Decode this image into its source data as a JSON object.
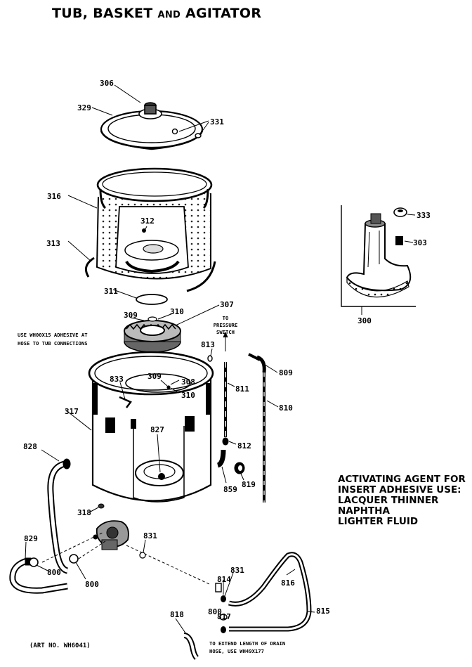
{
  "title": {
    "main": "TUB, BASKET",
    "and": "AND",
    "rest": "AGITATOR"
  },
  "part_labels": {
    "p306": "306",
    "p329": "329",
    "p331": "331",
    "p316": "316",
    "p312": "312",
    "p313": "313",
    "p311": "311",
    "p309a": "309",
    "p310a": "310",
    "p307": "307",
    "p333": "333",
    "p303": "303",
    "p300": "300",
    "p813": "813",
    "p809": "809",
    "p833": "833",
    "p309b": "309",
    "p308": "308",
    "p310b": "310",
    "p811": "811",
    "p810": "810",
    "p317": "317",
    "p827": "827",
    "p812": "812",
    "p828": "828",
    "p859": "859",
    "p819": "819",
    "p318": "318",
    "p829": "829",
    "p831a": "831",
    "p800a": "800",
    "p800b": "800",
    "p814": "814",
    "p831b": "831",
    "p816": "816",
    "p800c": "800",
    "p817": "817",
    "p818": "818",
    "p815": "815"
  },
  "notes": {
    "adhesive_line1": "USE WH00X15 ADHESIVE AT",
    "adhesive_line2": "HOSE TO TUB CONNECTIONS",
    "pressure_line1": "TO",
    "pressure_line2": "PRESSURE",
    "pressure_line3": "SWITCH",
    "drain_line1": "TO EXTEND LENGTH OF DRAIN",
    "drain_line2": "HOSE, USE WH49X177"
  },
  "activating_agent": {
    "line1": "ACTIVATING AGENT FOR",
    "line2": "INSERT ADHESIVE USE:",
    "line3": "LACQUER THINNER",
    "line4": "NAPHTHA",
    "line5": "LIGHTER FLUID"
  },
  "art_number": "(ART NO. WH6041)"
}
